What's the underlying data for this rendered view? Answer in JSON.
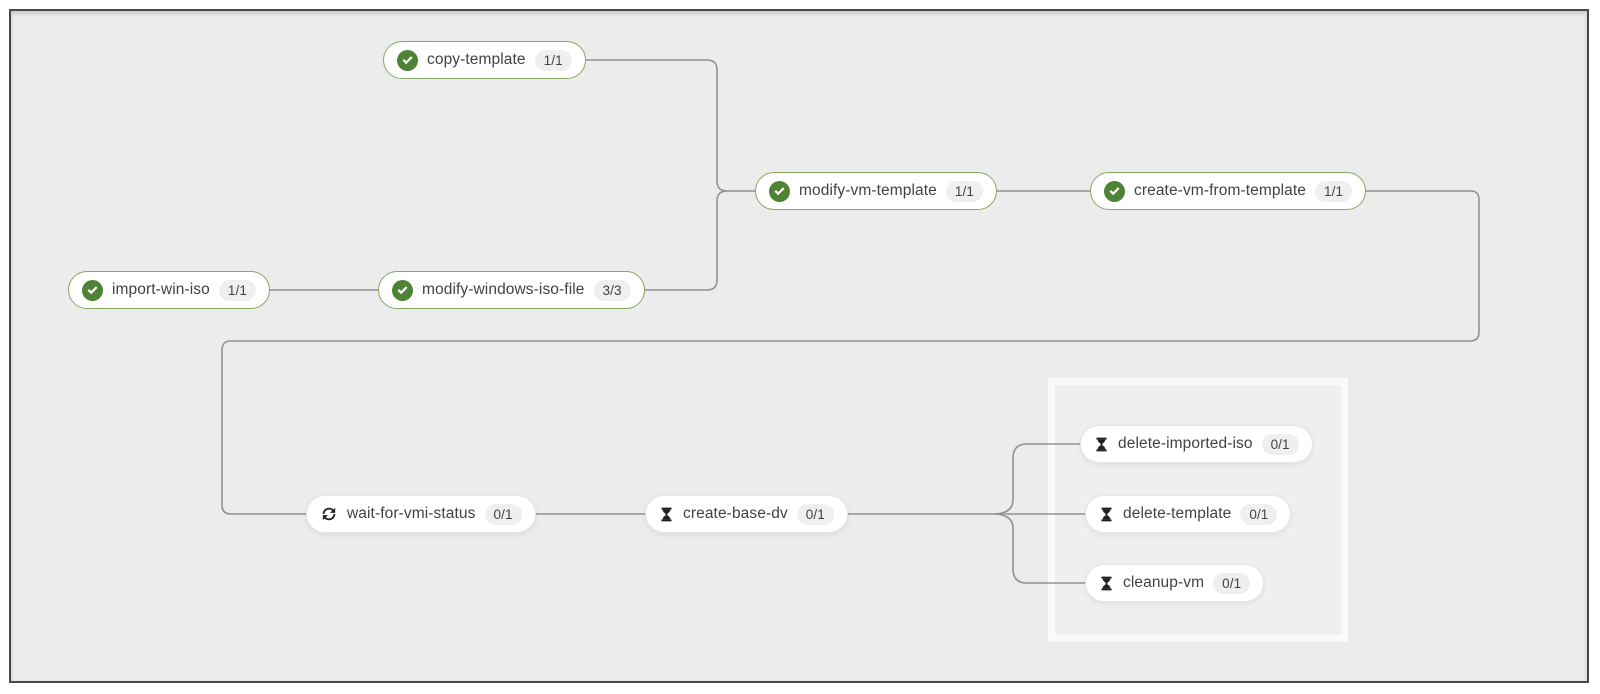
{
  "app": {
    "view": "pipeline-run-visualization"
  },
  "colors": {
    "canvas_bg": "#ececec",
    "frame_border": "#47494c",
    "connector": "#8f9194",
    "node_bg": "#ffffff",
    "success_icon_green": "#4e8234",
    "success_border_green": "#86a867",
    "pending_icon_black": "#1e2022",
    "badge_bg": "#efefef",
    "finally_group_border": "#fafafa"
  },
  "pipeline": {
    "tasks": [
      {
        "label": "copy-template",
        "badge": "1/1",
        "status": "succeeded",
        "icon": "check-circle"
      },
      {
        "label": "import-win-iso",
        "badge": "1/1",
        "status": "succeeded",
        "icon": "check-circle"
      },
      {
        "label": "modify-windows-iso-file",
        "badge": "3/3",
        "status": "succeeded",
        "icon": "check-circle"
      },
      {
        "label": "modify-vm-template",
        "badge": "1/1",
        "status": "succeeded",
        "icon": "check-circle"
      },
      {
        "label": "create-vm-from-template",
        "badge": "1/1",
        "status": "succeeded",
        "icon": "check-circle"
      },
      {
        "label": "wait-for-vmi-status",
        "badge": "0/1",
        "status": "running",
        "icon": "sync-arrows"
      },
      {
        "label": "create-base-dv",
        "badge": "0/1",
        "status": "pending",
        "icon": "hourglass"
      },
      {
        "label": "delete-imported-iso",
        "badge": "0/1",
        "status": "pending",
        "icon": "hourglass"
      },
      {
        "label": "delete-template",
        "badge": "0/1",
        "status": "pending",
        "icon": "hourglass"
      },
      {
        "label": "cleanup-vm",
        "badge": "0/1",
        "status": "pending",
        "icon": "hourglass"
      }
    ],
    "edges": [
      {
        "from": "import-win-iso",
        "to": "modify-windows-iso-file"
      },
      {
        "from": "modify-windows-iso-file",
        "to": "modify-vm-template"
      },
      {
        "from": "copy-template",
        "to": "modify-vm-template"
      },
      {
        "from": "modify-vm-template",
        "to": "create-vm-from-template"
      },
      {
        "from": "create-vm-from-template",
        "to": "wait-for-vmi-status"
      },
      {
        "from": "wait-for-vmi-status",
        "to": "create-base-dv"
      },
      {
        "from": "create-base-dv",
        "to": "delete-imported-iso"
      },
      {
        "from": "create-base-dv",
        "to": "delete-template"
      },
      {
        "from": "create-base-dv",
        "to": "cleanup-vm"
      }
    ],
    "finally_group_tasks": [
      "delete-imported-iso",
      "delete-template",
      "cleanup-vm"
    ]
  }
}
